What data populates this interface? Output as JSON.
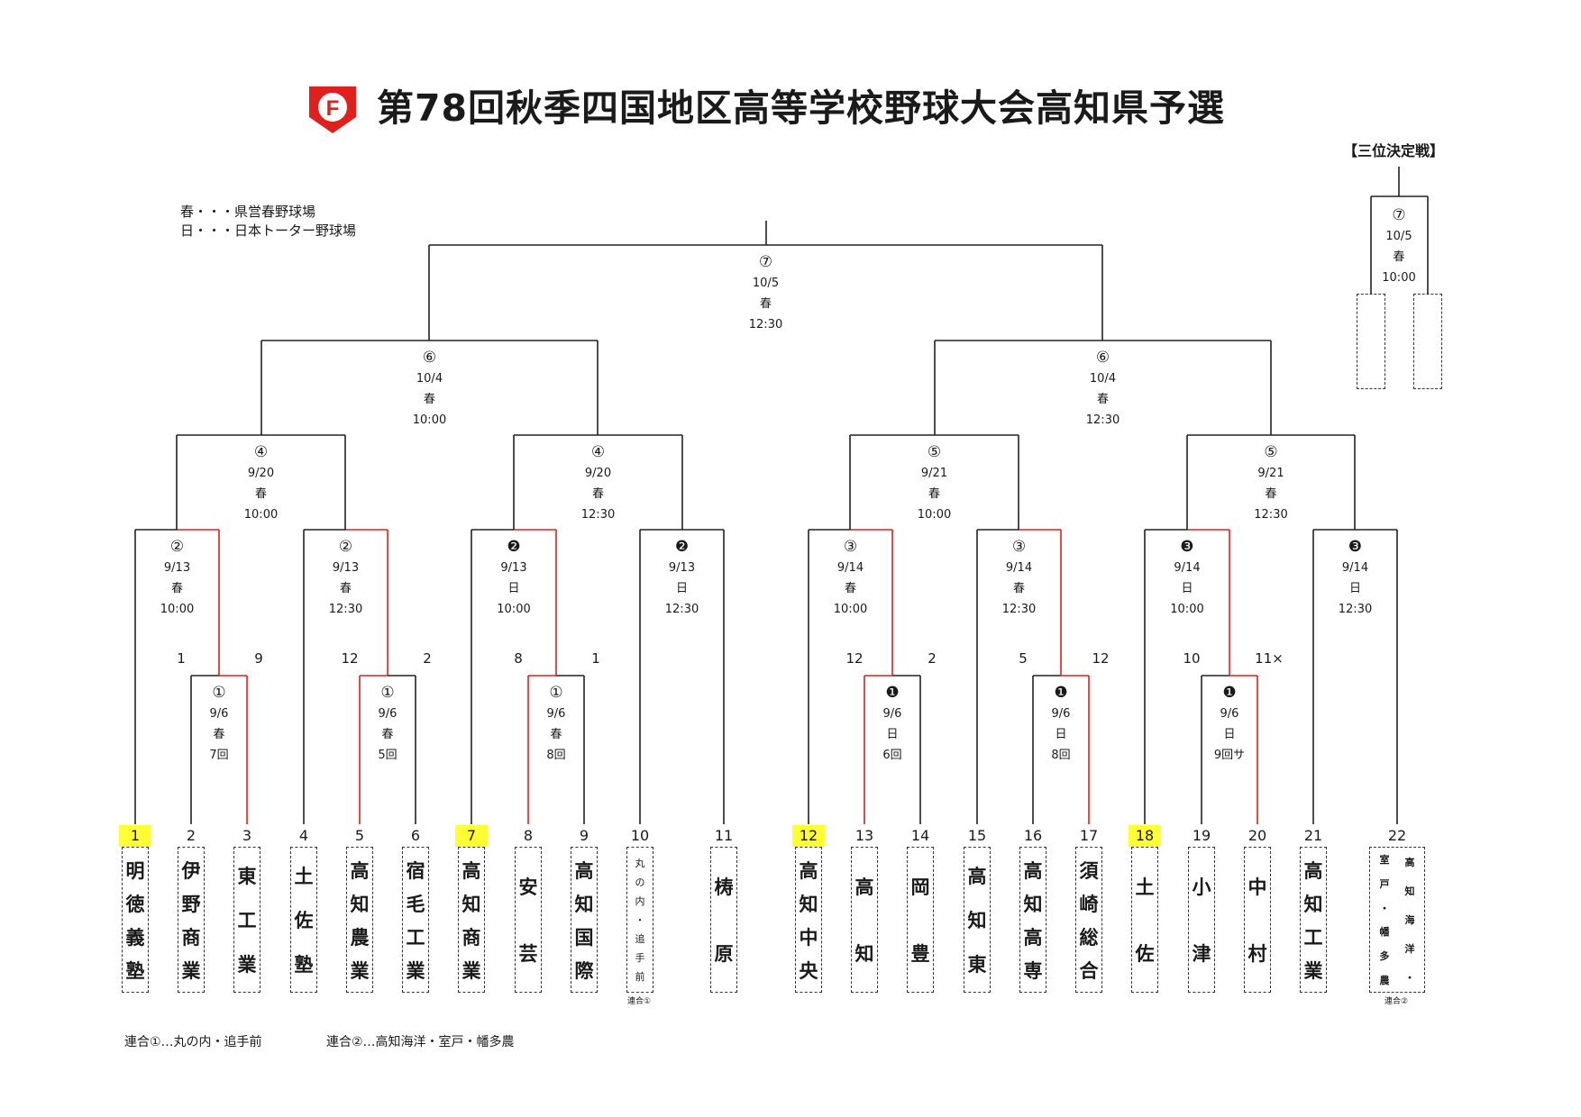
{
  "title": "第78回秋季四国地区高等学校野球大会高知県予選",
  "logo_letter": "F",
  "venue_legend": [
    "春・・・県営春野球場",
    "日・・・日本トーター野球場"
  ],
  "third_place_label": "【三位決定戦】",
  "colors": {
    "winner_line": "#e0201c",
    "seed_highlight": "#ffff33",
    "logo": "#e0201c"
  },
  "teams": [
    {
      "seed": "1",
      "name": "明徳義塾",
      "highlight": true
    },
    {
      "seed": "2",
      "name": "伊野商業",
      "highlight": false
    },
    {
      "seed": "3",
      "name": "東工業",
      "highlight": false
    },
    {
      "seed": "4",
      "name": "土佐塾",
      "highlight": false
    },
    {
      "seed": "5",
      "name": "高知農業",
      "highlight": false
    },
    {
      "seed": "6",
      "name": "宿毛工業",
      "highlight": false
    },
    {
      "seed": "7",
      "name": "高知商業",
      "highlight": true
    },
    {
      "seed": "8",
      "name": "安芸",
      "highlight": false
    },
    {
      "seed": "9",
      "name": "高知国際",
      "highlight": false
    },
    {
      "seed": "10",
      "name": "丸の内・追手前",
      "highlight": false,
      "note": "連合①"
    },
    {
      "seed": "11",
      "name": "梼原",
      "highlight": false
    },
    {
      "seed": "12",
      "name": "高知中央",
      "highlight": true
    },
    {
      "seed": "13",
      "name": "高知",
      "highlight": false
    },
    {
      "seed": "14",
      "name": "岡豊",
      "highlight": false
    },
    {
      "seed": "15",
      "name": "高知東",
      "highlight": false
    },
    {
      "seed": "16",
      "name": "高知高専",
      "highlight": false
    },
    {
      "seed": "17",
      "name": "須崎総合",
      "highlight": false
    },
    {
      "seed": "18",
      "name": "土佐",
      "highlight": true
    },
    {
      "seed": "19",
      "name": "小津",
      "highlight": false
    },
    {
      "seed": "20",
      "name": "中村",
      "highlight": false
    },
    {
      "seed": "21",
      "name": "高知工業",
      "highlight": false
    },
    {
      "seed": "22",
      "name": "高知海洋・室戸・幡多農",
      "highlight": false,
      "note": "連合②",
      "columns": [
        "高知海洋・",
        "室戸・幡多農"
      ]
    }
  ],
  "matches": [
    {
      "id": "r1-1",
      "round": "①",
      "date": "9/6",
      "venue": "春",
      "extra": "7回",
      "score_left": "1",
      "score_right": "9"
    },
    {
      "id": "r1-2",
      "round": "①",
      "date": "9/6",
      "venue": "春",
      "extra": "5回",
      "score_left": "12",
      "score_right": "2"
    },
    {
      "id": "r1-3",
      "round": "①",
      "date": "9/6",
      "venue": "春",
      "extra": "8回",
      "score_left": "8",
      "score_right": "1"
    },
    {
      "id": "r1-4",
      "round": "❶",
      "date": "9/6",
      "venue": "日",
      "extra": "6回",
      "score_left": "12",
      "score_right": "2"
    },
    {
      "id": "r1-5",
      "round": "❶",
      "date": "9/6",
      "venue": "日",
      "extra": "8回",
      "score_left": "5",
      "score_right": "12"
    },
    {
      "id": "r1-6",
      "round": "❶",
      "date": "9/6",
      "venue": "日",
      "extra": "9回サ",
      "score_left": "10",
      "score_right": "11×"
    },
    {
      "id": "r2-1",
      "round": "②",
      "date": "9/13",
      "venue": "春",
      "time": "10:00"
    },
    {
      "id": "r2-2",
      "round": "②",
      "date": "9/13",
      "venue": "春",
      "time": "12:30"
    },
    {
      "id": "r2-3",
      "round": "❷",
      "date": "9/13",
      "venue": "日",
      "time": "10:00"
    },
    {
      "id": "r2-4",
      "round": "❷",
      "date": "9/13",
      "venue": "日",
      "time": "12:30"
    },
    {
      "id": "r2-5",
      "round": "③",
      "date": "9/14",
      "venue": "春",
      "time": "10:00"
    },
    {
      "id": "r2-6",
      "round": "③",
      "date": "9/14",
      "venue": "春",
      "time": "12:30"
    },
    {
      "id": "r2-7",
      "round": "❸",
      "date": "9/14",
      "venue": "日",
      "time": "10:00"
    },
    {
      "id": "r2-8",
      "round": "❸",
      "date": "9/14",
      "venue": "日",
      "time": "12:30"
    },
    {
      "id": "qf-1",
      "round": "④",
      "date": "9/20",
      "venue": "春",
      "time": "10:00"
    },
    {
      "id": "qf-2",
      "round": "④",
      "date": "9/20",
      "venue": "春",
      "time": "12:30"
    },
    {
      "id": "qf-3",
      "round": "⑤",
      "date": "9/21",
      "venue": "春",
      "time": "10:00"
    },
    {
      "id": "qf-4",
      "round": "⑤",
      "date": "9/21",
      "venue": "春",
      "time": "12:30"
    },
    {
      "id": "sf-1",
      "round": "⑥",
      "date": "10/4",
      "venue": "春",
      "time": "10:00"
    },
    {
      "id": "sf-2",
      "round": "⑥",
      "date": "10/4",
      "venue": "春",
      "time": "12:30"
    },
    {
      "id": "final",
      "round": "⑦",
      "date": "10/5",
      "venue": "春",
      "time": "12:30"
    },
    {
      "id": "third",
      "round": "⑦",
      "date": "10/5",
      "venue": "春",
      "time": "10:00"
    }
  ],
  "notes": [
    "連合①…丸の内・追手前",
    "連合②…高知海洋・室戸・幡多農"
  ]
}
